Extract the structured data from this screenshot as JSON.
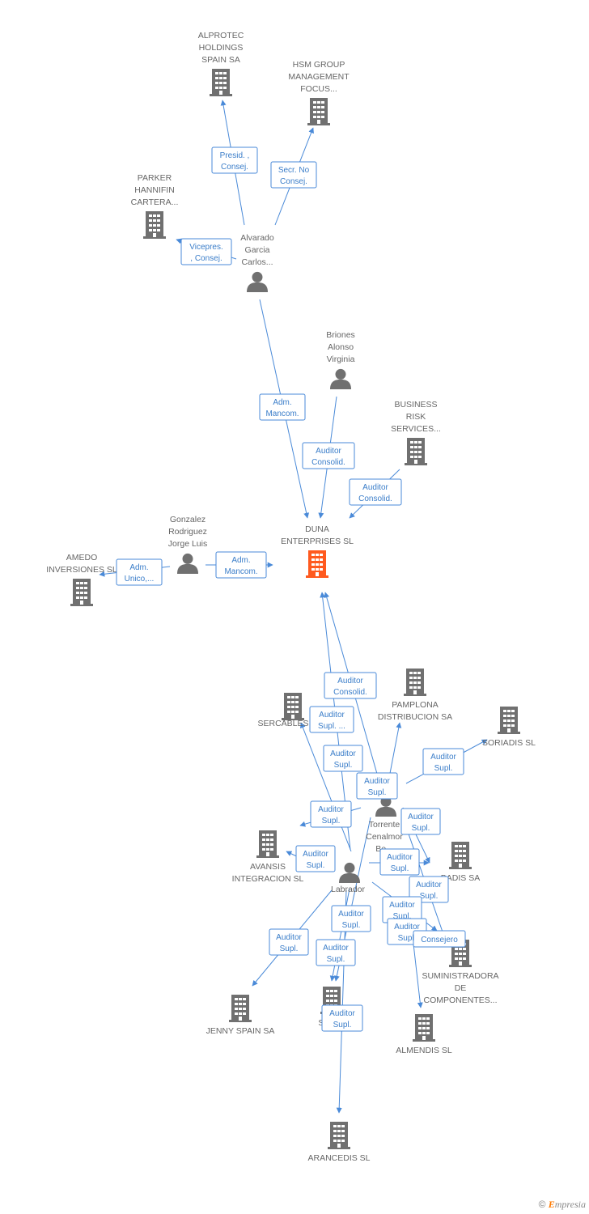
{
  "colors": {
    "accent": "#ff5a1f",
    "node": "#707070",
    "edge": "#4a8ad8"
  },
  "nodes": [
    {
      "id": "alprotec",
      "type": "company",
      "lines": [
        "ALPROTEC",
        "HOLDINGS",
        "SPAIN SA"
      ],
      "label_pos": "above"
    },
    {
      "id": "hsm",
      "type": "company",
      "lines": [
        "HSM GROUP",
        "MANAGEMENT",
        "FOCUS..."
      ],
      "label_pos": "above"
    },
    {
      "id": "parker",
      "type": "company",
      "lines": [
        "PARKER",
        "HANNIFIN",
        "CARTERA..."
      ],
      "label_pos": "above"
    },
    {
      "id": "alvarado",
      "type": "person",
      "lines": [
        "Alvarado",
        "Garcia",
        "Carlos..."
      ],
      "label_pos": "above"
    },
    {
      "id": "briones",
      "type": "person",
      "lines": [
        "Briones",
        "Alonso",
        "Virginia"
      ],
      "label_pos": "above"
    },
    {
      "id": "brs",
      "type": "company",
      "lines": [
        "BUSINESS",
        "RISK",
        "SERVICES..."
      ],
      "label_pos": "above"
    },
    {
      "id": "duna",
      "type": "focus",
      "lines": [
        "DUNA",
        "ENTERPRISES SL"
      ],
      "label_pos": "above"
    },
    {
      "id": "gonzalez",
      "type": "person",
      "lines": [
        "Gonzalez",
        "Rodriguez",
        "Jorge Luis"
      ],
      "label_pos": "above"
    },
    {
      "id": "amedo",
      "type": "company",
      "lines": [
        "AMEDO",
        "INVERSIONES SL"
      ],
      "label_pos": "above"
    },
    {
      "id": "sercables",
      "type": "company",
      "lines": [
        "SERCABLES"
      ],
      "label_pos": "below"
    },
    {
      "id": "pamplona",
      "type": "company",
      "lines": [
        "PAMPLONA",
        "DISTRIBUCION SA"
      ],
      "label_pos": "below"
    },
    {
      "id": "soriadis",
      "type": "company",
      "lines": [
        "SORIADIS SL"
      ],
      "label_pos": "below"
    },
    {
      "id": "torrente",
      "type": "person",
      "lines": [
        "Torrente",
        "Cenalmor",
        "Be..."
      ],
      "label_pos": "below"
    },
    {
      "id": "avansis",
      "type": "company",
      "lines": [
        "AVANSIS",
        "INTEGRACION SL"
      ],
      "label_pos": "below"
    },
    {
      "id": "labrador",
      "type": "person",
      "lines": [
        "Labrador"
      ],
      "label_pos": "below"
    },
    {
      "id": "badis",
      "type": "company",
      "lines": [
        "BADIS SA"
      ],
      "label_pos": "below"
    },
    {
      "id": "suministradora",
      "type": "company",
      "lines": [
        "SUMINISTRADORA",
        "DE",
        "COMPONENTES..."
      ],
      "label_pos": "below"
    },
    {
      "id": "jenny",
      "type": "company",
      "lines": [
        "JENNY SPAIN SA"
      ],
      "label_pos": "below"
    },
    {
      "id": "sofi",
      "type": "company",
      "lines": [
        "SOFI..."
      ],
      "label_pos": "below"
    },
    {
      "id": "almendis",
      "type": "company",
      "lines": [
        "ALMENDIS SL"
      ],
      "label_pos": "below"
    },
    {
      "id": "arancedis",
      "type": "company",
      "lines": [
        "ARANCEDIS SL"
      ],
      "label_pos": "below"
    }
  ],
  "edges": [
    {
      "id": "e1",
      "from": "alvarado",
      "to": "alprotec",
      "lines": [
        "Presid. ,",
        "Consej."
      ]
    },
    {
      "id": "e2",
      "from": "alvarado",
      "to": "hsm",
      "lines": [
        "Secr.  No",
        "Consej."
      ]
    },
    {
      "id": "e3",
      "from": "alvarado",
      "to": "parker",
      "lines": [
        "Vicepres.",
        ", Consej."
      ]
    },
    {
      "id": "e4",
      "from": "alvarado",
      "to": "duna",
      "lines": [
        "Adm.",
        "Mancom."
      ]
    },
    {
      "id": "e5",
      "from": "briones",
      "to": "duna",
      "lines": [
        "Auditor",
        "Consolid."
      ]
    },
    {
      "id": "e6",
      "from": "brs",
      "to": "duna",
      "lines": [
        "Auditor",
        "Consolid."
      ]
    },
    {
      "id": "e7",
      "from": "gonzalez",
      "to": "duna",
      "lines": [
        "Adm.",
        "Mancom."
      ]
    },
    {
      "id": "e8",
      "from": "gonzalez",
      "to": "amedo",
      "lines": [
        "Adm.",
        "Unico,..."
      ]
    },
    {
      "id": "e9",
      "from": "labrador",
      "to": "duna",
      "lines": [
        "Auditor",
        "Consolid."
      ]
    },
    {
      "id": "e10",
      "from": "torrente",
      "to": "duna",
      "lines": [
        "Auditor",
        "Supl. ..."
      ]
    },
    {
      "id": "e11",
      "from": "labrador",
      "to": "sercables",
      "lines": [
        "Auditor",
        "Supl."
      ]
    },
    {
      "id": "e12",
      "from": "torrente",
      "to": "pamplona",
      "lines": [
        "Auditor",
        "Supl."
      ]
    },
    {
      "id": "e13",
      "from": "torrente",
      "to": "soriadis",
      "lines": [
        "Auditor",
        "Supl."
      ]
    },
    {
      "id": "e14",
      "from": "torrente",
      "to": "avansis",
      "lines": [
        "Auditor",
        "Supl."
      ]
    },
    {
      "id": "e15",
      "from": "torrente",
      "to": "badis",
      "lines": [
        "Auditor",
        "Supl."
      ]
    },
    {
      "id": "e16",
      "from": "labrador",
      "to": "avansis",
      "lines": [
        "Auditor",
        "Supl."
      ]
    },
    {
      "id": "e17",
      "from": "labrador",
      "to": "badis",
      "lines": [
        "Auditor",
        "Supl."
      ]
    },
    {
      "id": "e18",
      "from": "torrente",
      "to": "suministradora",
      "lines": [
        "Auditor",
        "Supl."
      ]
    },
    {
      "id": "e19",
      "from": "labrador",
      "to": "suministradora",
      "lines": [
        "Auditor",
        "Supl."
      ]
    },
    {
      "id": "e20",
      "from": "labrador",
      "to": "almendis",
      "lines": [
        "Auditor",
        "Supl."
      ]
    },
    {
      "id": "e21",
      "from": "labrador",
      "to": "suministradora",
      "lines": [
        "Consejero"
      ]
    },
    {
      "id": "e22",
      "from": "labrador",
      "to": "jenny",
      "lines": [
        "Auditor",
        "Supl."
      ]
    },
    {
      "id": "e23",
      "from": "torrente",
      "to": "sofi",
      "lines": [
        "Auditor",
        "Supl."
      ]
    },
    {
      "id": "e24",
      "from": "labrador",
      "to": "sofi",
      "lines": [
        "Auditor",
        "Supl."
      ]
    },
    {
      "id": "e25",
      "from": "labrador",
      "to": "arancedis",
      "lines": [
        "Auditor",
        "Supl."
      ]
    }
  ],
  "brand": {
    "copyright": "©",
    "logo_letter": "E",
    "logo_rest": "mpresia"
  }
}
